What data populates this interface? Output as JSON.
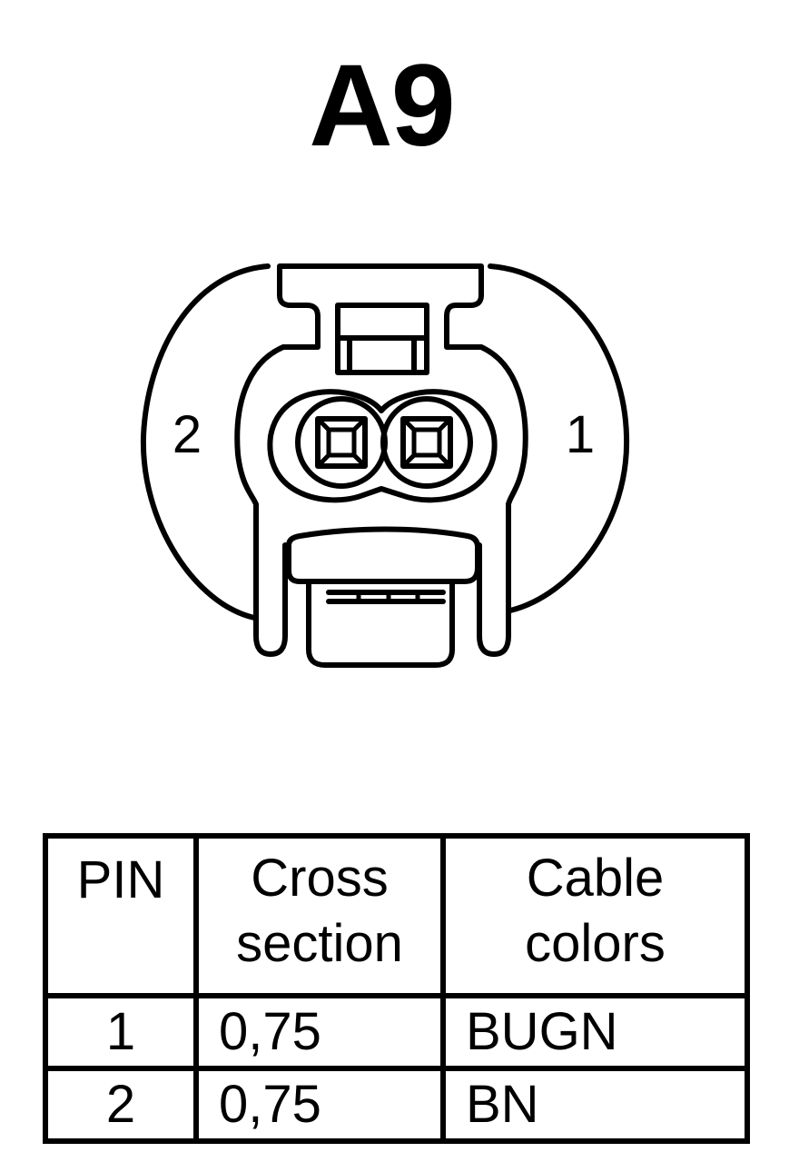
{
  "connector": {
    "title": "A9",
    "pin_labels": {
      "left": "2",
      "right": "1"
    }
  },
  "table": {
    "headers": {
      "pin": "PIN",
      "cross_line1": "Cross",
      "cross_line2": "section",
      "colors_line1": "Cable",
      "colors_line2": "colors"
    },
    "rows": [
      {
        "pin": "1",
        "cross_section": "0,75",
        "cable_color": "BUGN"
      },
      {
        "pin": "2",
        "cross_section": "0,75",
        "cable_color": "BN"
      }
    ]
  }
}
